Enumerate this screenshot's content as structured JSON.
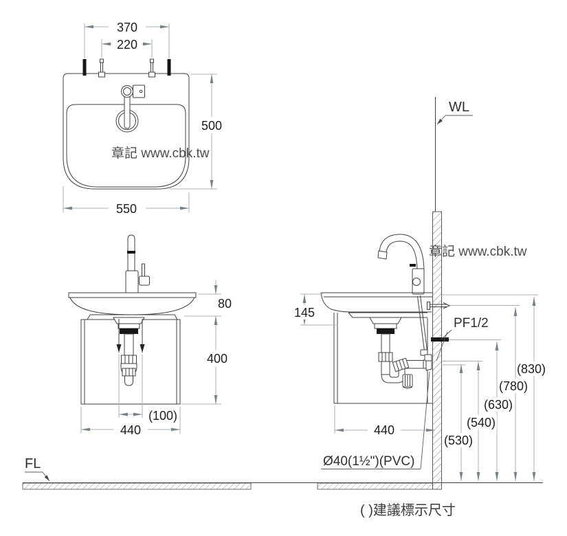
{
  "watermark": "章記 www.cbk.tw",
  "note": "( )建議標示尺寸",
  "labels": {
    "wall": "WL",
    "floor": "FL",
    "supply": "PF1/2",
    "drain": "Ø40(1½\")(PVC)"
  },
  "top_view": {
    "hole_span": "370",
    "faucet_span": "220",
    "depth": "500",
    "width": "550"
  },
  "front_view": {
    "rim_height": "80",
    "cabinet_height": "400",
    "drain_offset": "(100)",
    "cabinet_width": "440"
  },
  "side_view": {
    "rim_drop": "145",
    "cabinet_depth": "440",
    "heights": [
      "(830)",
      "(780)",
      "(630)",
      "(540)",
      "(530)"
    ]
  }
}
